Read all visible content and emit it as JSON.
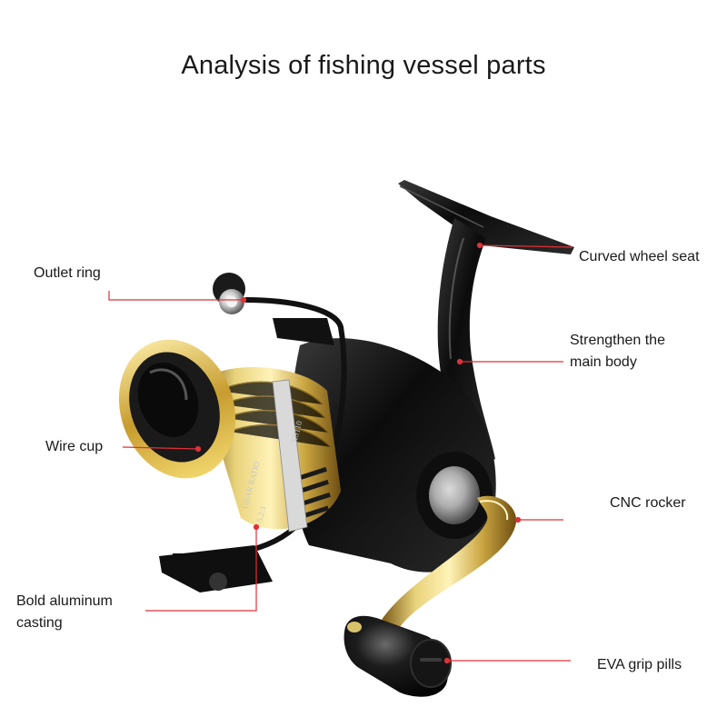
{
  "title": "Analysis of fishing vessel parts",
  "colors": {
    "leader": "#e0303a",
    "gold": "#d4b24a",
    "black": "#141414"
  },
  "labels": {
    "outlet_ring": "Outlet ring",
    "wire_cup": "Wire cup",
    "bold_aluminum_1": "Bold aluminum",
    "bold_aluminum_2": "casting",
    "curved_wheel_seat": "Curved wheel seat",
    "strengthen_1": "Strengthen the",
    "strengthen_2": "main body",
    "cnc_rocker": "CNC rocker",
    "eva_grip": "EVA grip pills"
  },
  "spool_text": {
    "gear_ratio": "GEAR RATIO",
    "spec": "5.2:1",
    "model": "XS110"
  }
}
